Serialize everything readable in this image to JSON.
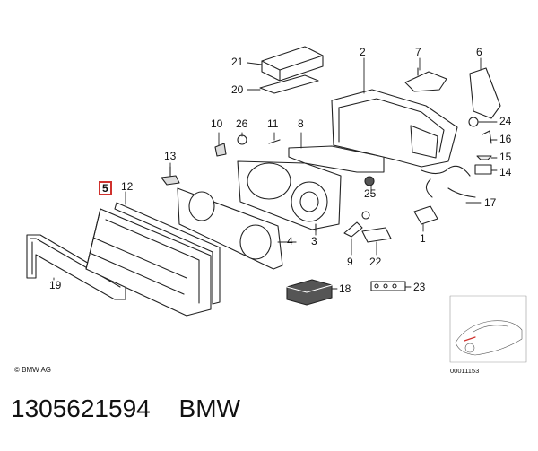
{
  "diagram": {
    "callouts": [
      {
        "id": "c21",
        "label": "21"
      },
      {
        "id": "c20",
        "label": "20"
      },
      {
        "id": "c2",
        "label": "2"
      },
      {
        "id": "c7",
        "label": "7"
      },
      {
        "id": "c6",
        "label": "6"
      },
      {
        "id": "c10",
        "label": "10"
      },
      {
        "id": "c26",
        "label": "26"
      },
      {
        "id": "c11",
        "label": "11"
      },
      {
        "id": "c8",
        "label": "8"
      },
      {
        "id": "c24",
        "label": "24"
      },
      {
        "id": "c16",
        "label": "16"
      },
      {
        "id": "c15",
        "label": "15"
      },
      {
        "id": "c14",
        "label": "14"
      },
      {
        "id": "c13",
        "label": "13"
      },
      {
        "id": "c5",
        "label": "5"
      },
      {
        "id": "c12",
        "label": "12"
      },
      {
        "id": "c25",
        "label": "25"
      },
      {
        "id": "c17",
        "label": "17"
      },
      {
        "id": "c1",
        "label": "1"
      },
      {
        "id": "c4",
        "label": "4"
      },
      {
        "id": "c3",
        "label": "3"
      },
      {
        "id": "c9",
        "label": "9"
      },
      {
        "id": "c22",
        "label": "22"
      },
      {
        "id": "c18",
        "label": "18"
      },
      {
        "id": "c23",
        "label": "23"
      },
      {
        "id": "c19",
        "label": "19"
      }
    ],
    "highlighted_part": "5",
    "copyright": "© BMW AG",
    "figure_id": "00011153"
  },
  "footer": {
    "part_number": "1305621594",
    "brand": "BMW"
  },
  "colors": {
    "line": "#222222",
    "highlight": "#d0312d",
    "part_fill": "#ffffff",
    "shade": "#e6e6e6",
    "dark_part": "#555555"
  }
}
